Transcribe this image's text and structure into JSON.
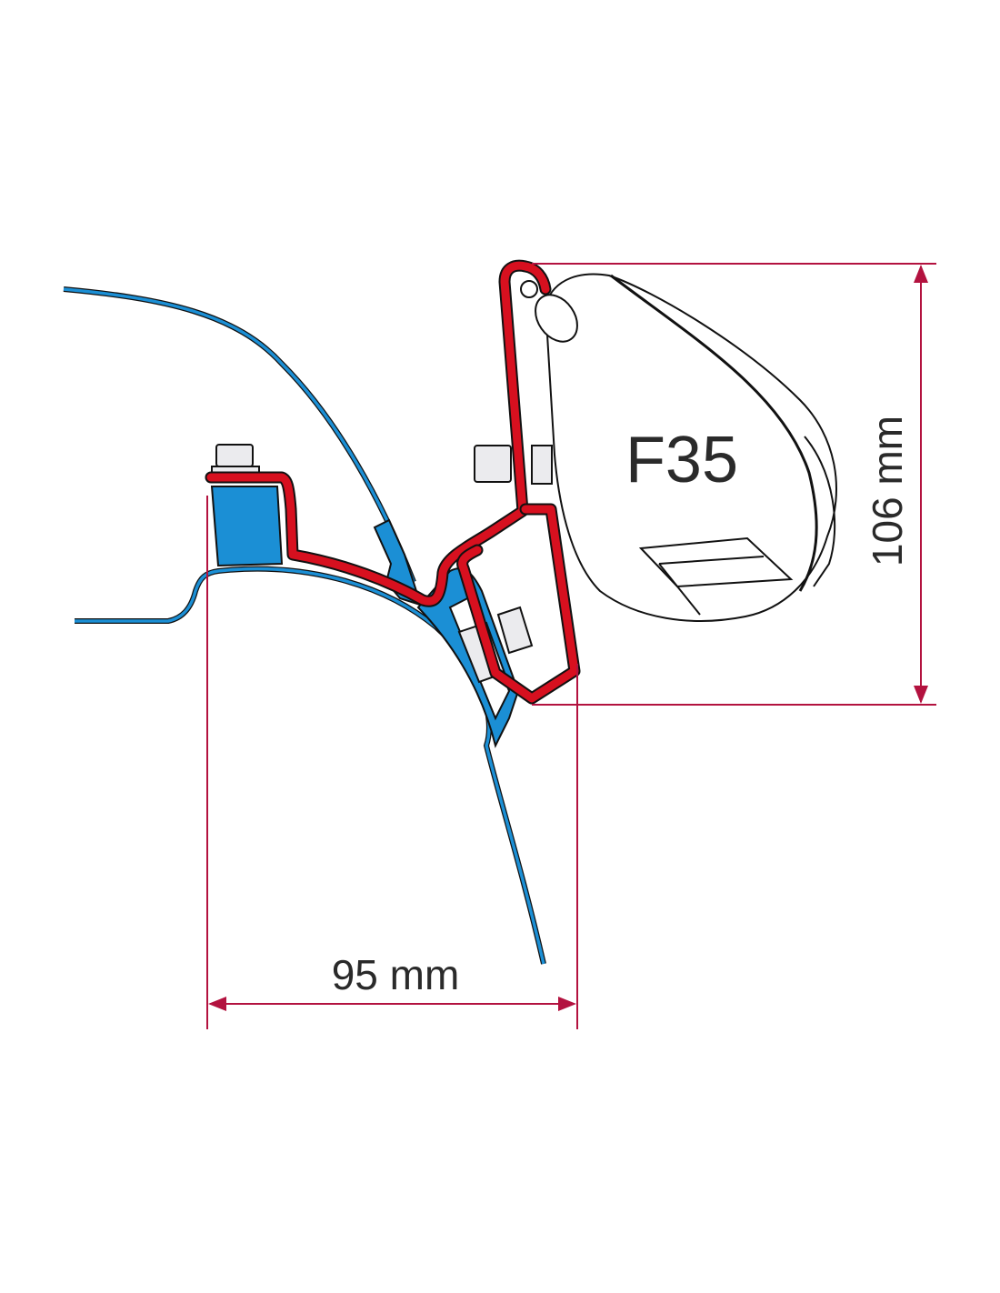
{
  "diagram": {
    "model_label": "F35",
    "dimension_width": "95 mm",
    "dimension_height": "106 mm"
  },
  "colors": {
    "bracket_red": "#d7101f",
    "vehicle_blue": "#1b8fd5",
    "dimension_line": "#b3123f",
    "outline": "#111111"
  }
}
